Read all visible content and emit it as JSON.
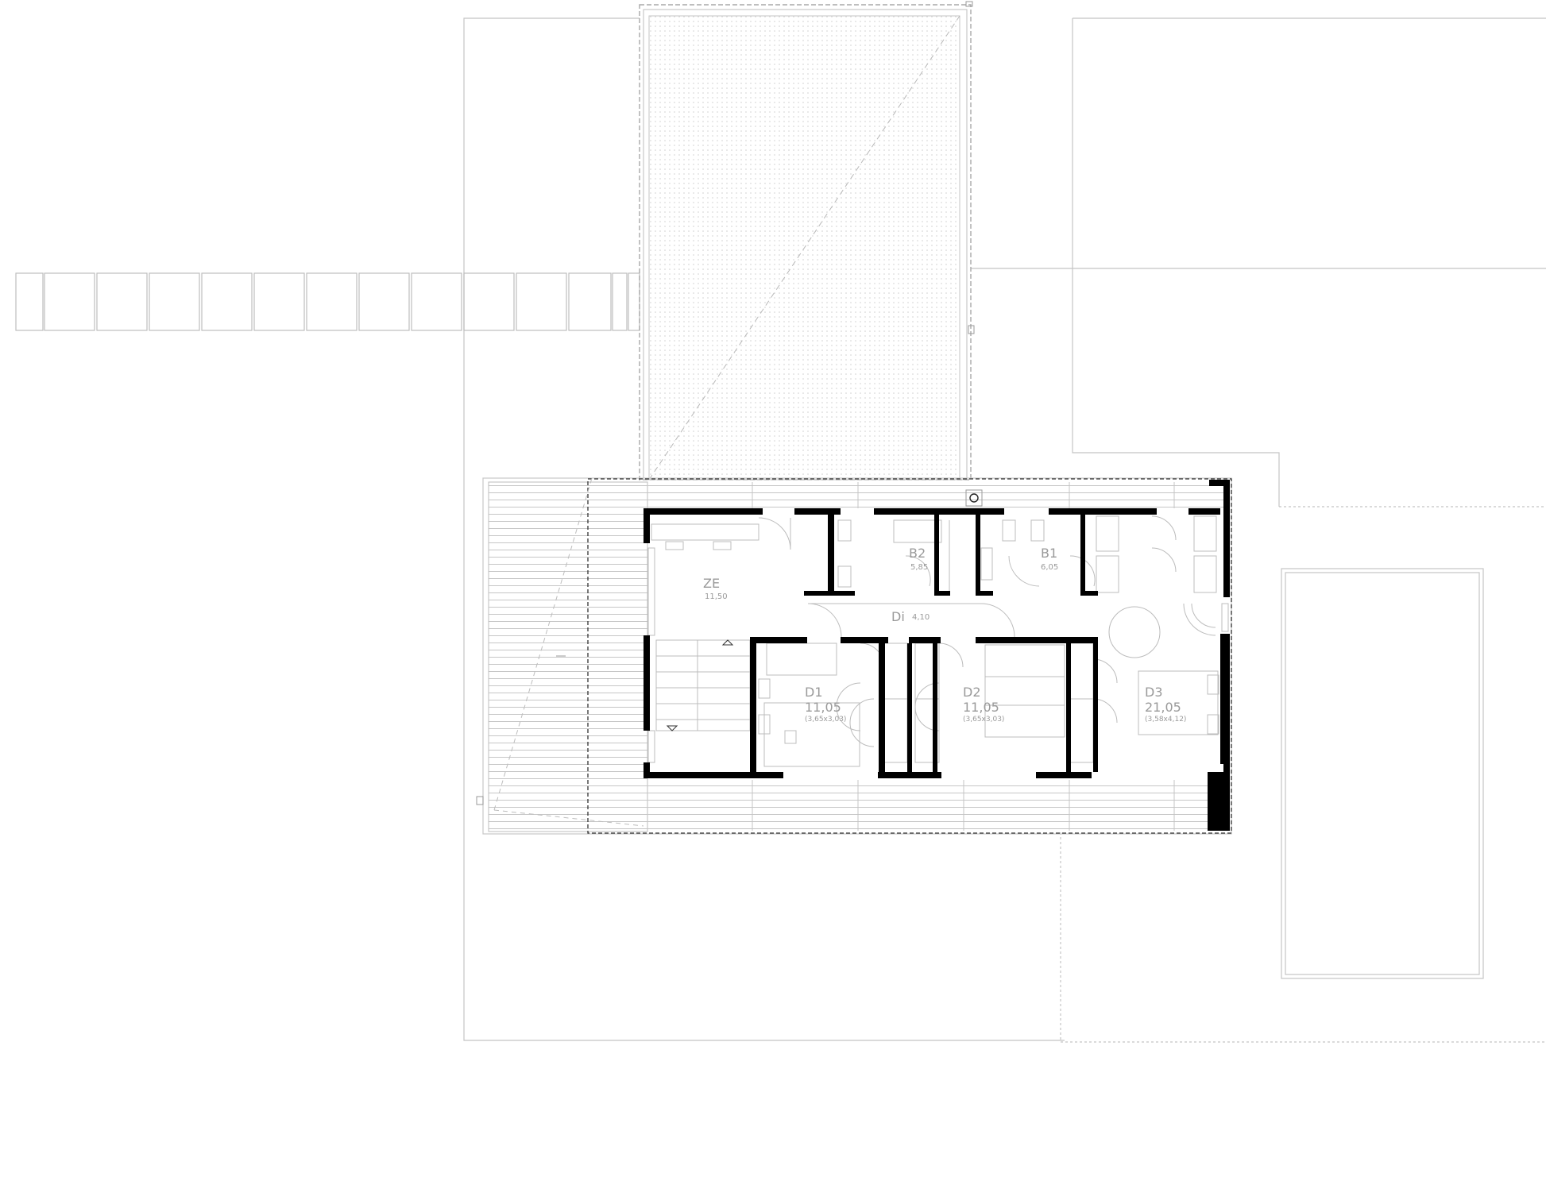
{
  "drawing": {
    "type": "architectural floor plan",
    "colors": {
      "wall": "#000000",
      "line": "#b4b4b4",
      "label": "#9a9a9a",
      "background": "#ffffff"
    }
  },
  "rooms": [
    {
      "id": "ZE",
      "name": "ZE",
      "area": "11,50",
      "dims": ""
    },
    {
      "id": "B2",
      "name": "B2",
      "area": "5,85",
      "dims": ""
    },
    {
      "id": "B1",
      "name": "B1",
      "area": "6,05",
      "dims": ""
    },
    {
      "id": "Di",
      "name": "Di",
      "area": "4,10",
      "dims": ""
    },
    {
      "id": "D1",
      "name": "D1",
      "area": "11,05",
      "dims": "(3,65x3,03)"
    },
    {
      "id": "D2",
      "name": "D2",
      "area": "11,05",
      "dims": "(3,65x3,03)"
    },
    {
      "id": "D3",
      "name": "D3",
      "area": "21,05",
      "dims": "(3,58x4,12)"
    }
  ]
}
